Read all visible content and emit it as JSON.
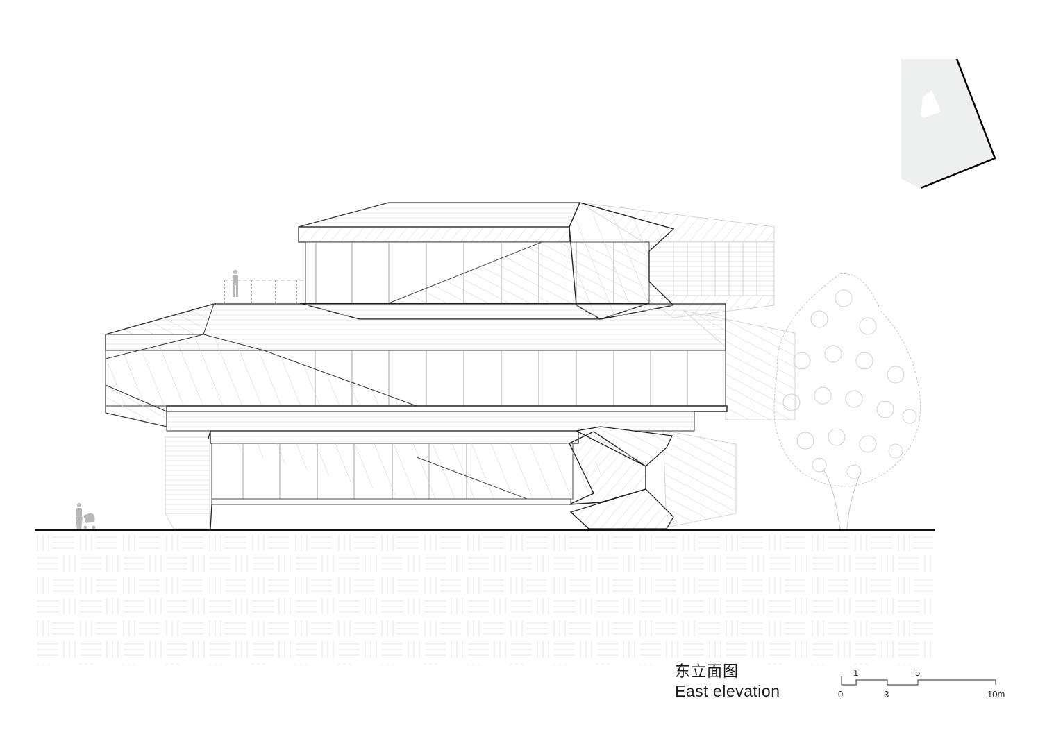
{
  "drawing": {
    "title_cn": "东立面图",
    "title_en": "East elevation",
    "type": "architectural-elevation"
  },
  "scale_bar": {
    "unit": "m",
    "top_labels": [
      "1",
      "5"
    ],
    "bottom_labels": [
      "0",
      "3",
      "10m"
    ],
    "ticks": [
      0,
      1,
      3,
      5,
      10
    ]
  },
  "key_plan": {
    "fill": "#eeefef",
    "edge": "#000000",
    "highlight": "#ffffff"
  },
  "colors": {
    "ground_line": "#111111",
    "outline": "#2a2a2a",
    "fine_line": "#c8c8c8",
    "hatch": "#dddddd",
    "entourage": "#b5b5b5"
  },
  "entourage": {
    "figures": [
      "person-standing-on-terrace",
      "person-with-stroller"
    ],
    "tree": "deciduous-tree"
  }
}
